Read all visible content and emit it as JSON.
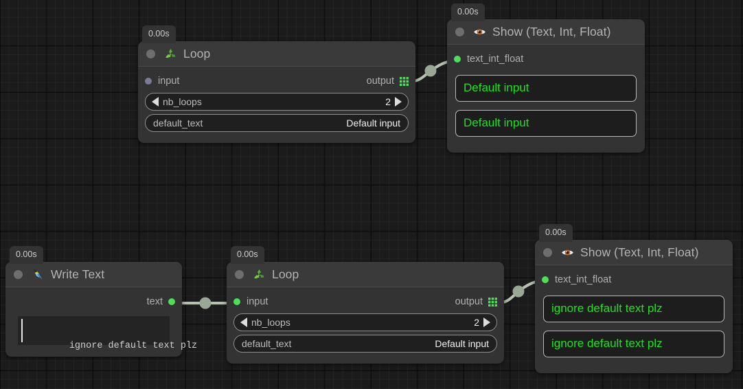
{
  "app": {
    "kind": "node-graph-editor",
    "canvas_background": "#1b1b1b"
  },
  "colors": {
    "node_body": "#333333",
    "node_header": "#3a3a3a",
    "port_connected": "#4ce05a",
    "port_idle": "#7b7b96",
    "value_text_green": "#1ce41c",
    "wire": "#b6c2b0",
    "title_text": "#b4b4b4"
  },
  "nodes": [
    {
      "id": "loop-top",
      "time_badge": "0.00s",
      "icon": "recycle-icon",
      "title": "Loop",
      "input_port": {
        "label": "input",
        "state": "idle"
      },
      "output_port": {
        "label": "output",
        "icon": "grid-3x3-icon"
      },
      "params": [
        {
          "name": "nb_loops",
          "value": "2",
          "type": "stepper",
          "prev_icon": "triangle-left-icon",
          "next_icon": "triangle-right-icon"
        },
        {
          "name": "default_text",
          "value": "Default input",
          "type": "text"
        }
      ]
    },
    {
      "id": "show-top",
      "time_badge": "0.00s",
      "icon": "eye-icon",
      "title": "Show (Text, Int, Float)",
      "input_port": {
        "label": "text_int_float",
        "state": "connected"
      },
      "values": [
        "Default input",
        "Default input"
      ]
    },
    {
      "id": "write-text",
      "time_badge": "0.00s",
      "icon": "pen-nib-icon",
      "title": "Write Text",
      "output_port": {
        "label": "text",
        "state": "connected"
      },
      "textarea": {
        "value": "ignore default text plz",
        "placeholder": ""
      }
    },
    {
      "id": "loop-bottom",
      "time_badge": "0.00s",
      "icon": "recycle-icon",
      "title": "Loop",
      "input_port": {
        "label": "input",
        "state": "connected"
      },
      "output_port": {
        "label": "output",
        "icon": "grid-3x3-icon"
      },
      "params": [
        {
          "name": "nb_loops",
          "value": "2",
          "type": "stepper",
          "prev_icon": "triangle-left-icon",
          "next_icon": "triangle-right-icon"
        },
        {
          "name": "default_text",
          "value": "Default input",
          "type": "text"
        }
      ]
    },
    {
      "id": "show-bottom",
      "time_badge": "0.00s",
      "icon": "eye-icon",
      "title": "Show (Text, Int, Float)",
      "input_port": {
        "label": "text_int_float",
        "state": "connected"
      },
      "values": [
        "ignore default text plz",
        "ignore default text plz"
      ]
    }
  ],
  "connections": [
    {
      "from": "loop-top.output",
      "to": "show-top.text_int_float"
    },
    {
      "from": "write-text.text",
      "to": "loop-bottom.input"
    },
    {
      "from": "loop-bottom.output",
      "to": "show-bottom.text_int_float"
    }
  ]
}
